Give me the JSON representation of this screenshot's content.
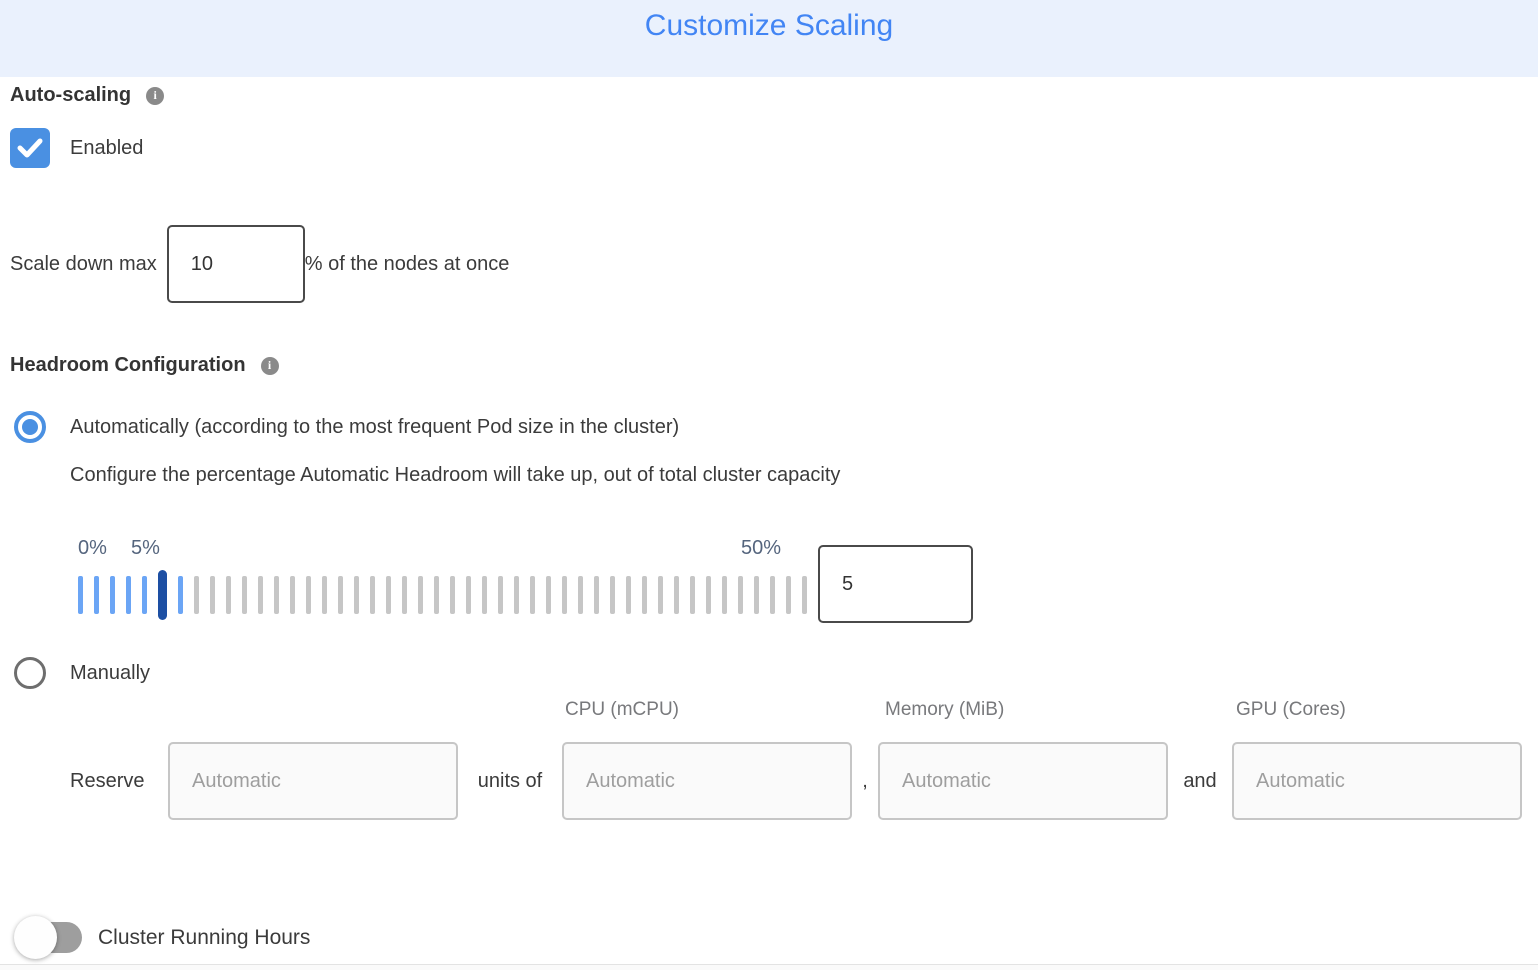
{
  "header": {
    "title": "Customize Scaling"
  },
  "auto_scaling": {
    "label": "Auto-scaling",
    "enabled_label": "Enabled",
    "checkbox_checked": true
  },
  "scale_down": {
    "prefix": "Scale down max",
    "value": "10",
    "suffix": "% of the nodes at once"
  },
  "headroom": {
    "label": "Headroom Configuration",
    "auto_option": "Automatically (according to the most frequent Pod size in the cluster)",
    "auto_selected": true,
    "auto_description": "Configure the percentage Automatic Headroom will take up, out of total cluster capacity",
    "slider": {
      "min_label": "0%",
      "current_label": "5%",
      "max_label": "50%",
      "value": "5",
      "blue_ticks_before": 5,
      "blue_ticks_after": 1,
      "gray_ticks": 39
    },
    "manual_option": "Manually",
    "manual_selected": false,
    "columns": {
      "cpu": "CPU (mCPU)",
      "memory": "Memory (MiB)",
      "gpu": "GPU (Cores)"
    },
    "reserve": {
      "label": "Reserve",
      "units_label": "units of",
      "comma": ",",
      "and_label": "and",
      "placeholders": [
        "Automatic",
        "Automatic",
        "Automatic",
        "Automatic"
      ]
    }
  },
  "cluster_running_hours": {
    "label": "Cluster Running Hours",
    "toggle_on": false
  },
  "colors": {
    "accent_blue": "#4a90e2",
    "title_blue": "#4285f4",
    "header_bg": "#eaf1fd",
    "tick_blue": "#6ba5f5",
    "handle_navy": "#1d4fa3",
    "tick_gray": "#c6c6c6",
    "slider_label": "#55657e",
    "toggle_track": "#9e9e9e"
  }
}
